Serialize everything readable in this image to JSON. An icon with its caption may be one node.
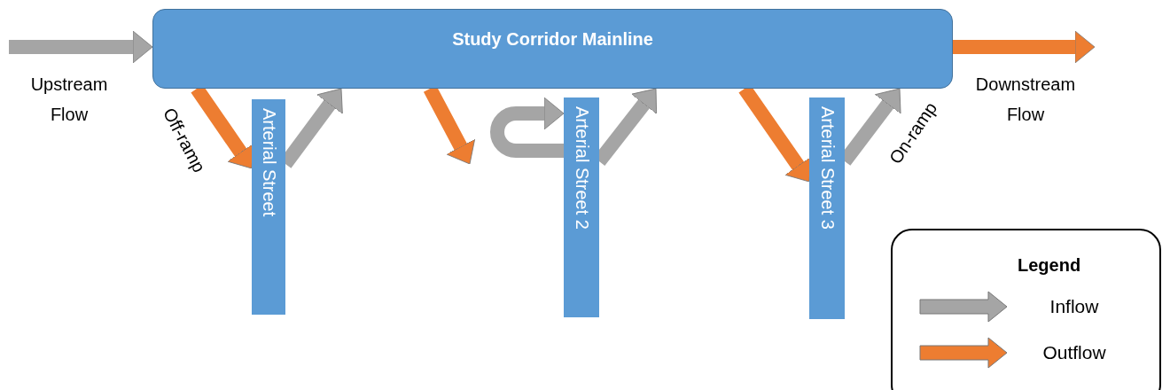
{
  "diagram": {
    "nodes": [
      {
        "text": [
          "Study Corridor Mainline"
        ]
      },
      {
        "text": [
          "Arterial Street"
        ]
      },
      {
        "text": [
          "Arterial Street 2"
        ]
      },
      {
        "text": [
          "Arterial Street 3"
        ]
      }
    ],
    "edges": [
      {
        "from": null,
        "to": 0,
        "arrow": "to",
        "label": "Upstream Flow"
      },
      {
        "from": 0,
        "to": null,
        "arrow": "to",
        "label": "Downstream Flow",
        "color": "#ed7d31"
      },
      {
        "from": 0,
        "to": 1,
        "arrow": "to",
        "label": "Off-ramp",
        "color": "#ed7d31"
      },
      {
        "from": 1,
        "to": 0,
        "arrow": "to"
      },
      {
        "from": 0,
        "to": null,
        "arrow": "to",
        "color": "#ed7d31"
      },
      {
        "from": 2,
        "to": 2,
        "arrow": "to"
      },
      {
        "from": 2,
        "to": 0,
        "arrow": "to"
      },
      {
        "from": 0,
        "to": 3,
        "arrow": "to",
        "color": "#ed7d31"
      },
      {
        "from": 3,
        "to": 0,
        "arrow": "to",
        "label": "On-ramp"
      }
    ],
    "labels": [
      "Legend"
    ],
    "legend": [
      {
        "text": "Inflow",
        "color": "#a5a5a5"
      },
      {
        "text": "Outflow",
        "color": "#ed7d31"
      }
    ]
  }
}
